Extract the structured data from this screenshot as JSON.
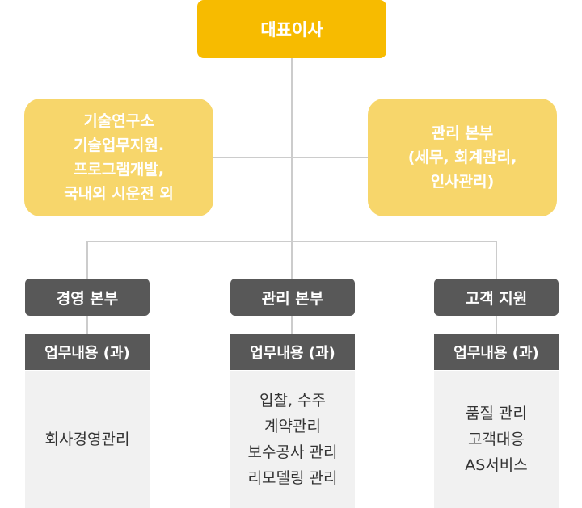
{
  "ceo": {
    "label": "대표이사"
  },
  "left_unit": {
    "lines": [
      "기술연구소",
      "기술업무지원.",
      "프로그램개발,",
      "국내외 시운전 외"
    ]
  },
  "right_unit": {
    "lines": [
      "관리 본부",
      "(세무, 회계관리,",
      "인사관리)"
    ]
  },
  "departments": [
    {
      "name": "경영 본부",
      "duty_header": "업무내용 (과)",
      "duties": [
        "회사경영관리"
      ]
    },
    {
      "name": "관리 본부",
      "duty_header": "업무내용 (과)",
      "duties": [
        "입찰, 수주",
        "계약관리",
        "보수공사 관리",
        "리모델링 관리"
      ]
    },
    {
      "name": "고객 지원",
      "duty_header": "업무내용 (과)",
      "duties": [
        "품질 관리",
        "고객대응",
        "AS서비스"
      ]
    }
  ],
  "colors": {
    "ceo": "#f7bb00",
    "unit": "#f7d66b",
    "dept": "#585858",
    "content_bg": "#f1f1f1",
    "connector": "#cccccc"
  }
}
